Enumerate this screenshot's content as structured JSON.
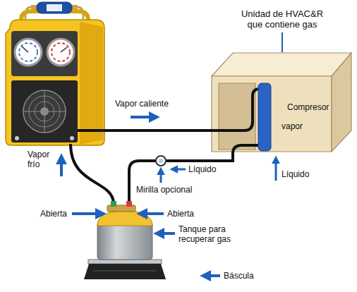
{
  "diagram": {
    "nodes": [
      {
        "text": [
          "Unidad de HVAC&R que contiene gas"
        ]
      }
    ],
    "labels": [
      "Vapor caliente",
      "Compresor",
      "vapor",
      "Vapor frío",
      "Líquido",
      "Líquido",
      "Mirilla opcional",
      "Abierta",
      "Abierta",
      "Tanque para recuperar gas",
      "Báscula"
    ]
  }
}
